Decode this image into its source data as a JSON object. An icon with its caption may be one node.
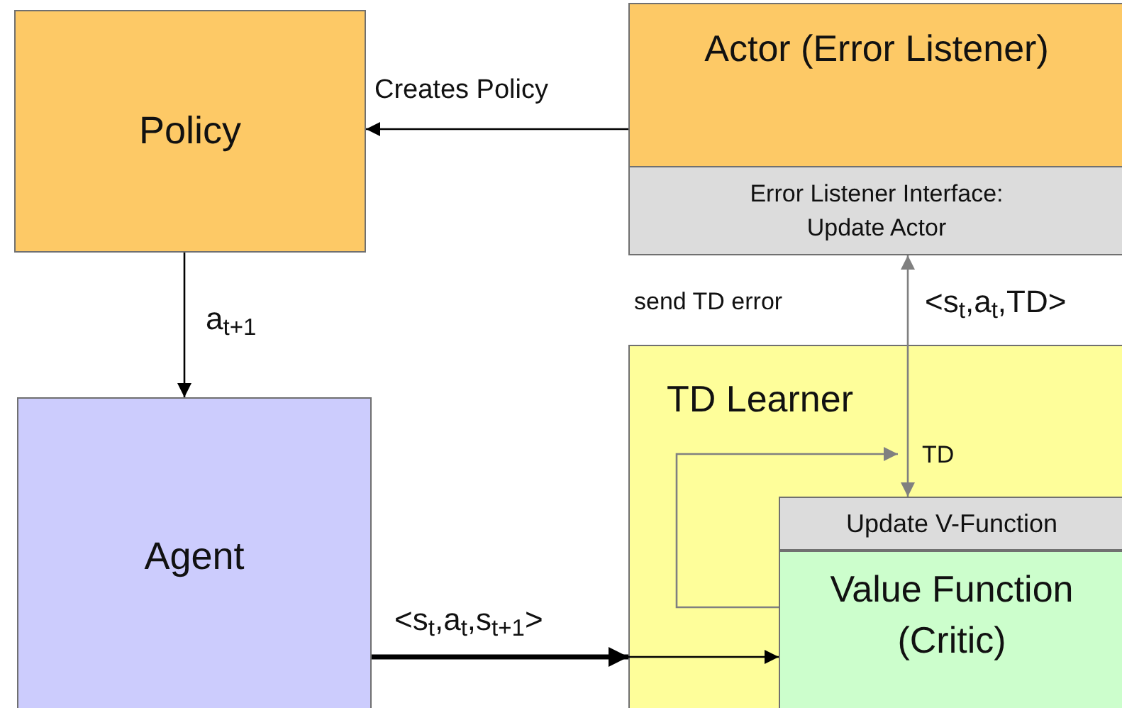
{
  "diagram": {
    "nodes": [
      {
        "text": [
          "Policy"
        ]
      },
      {
        "text": [
          "Actor (Error Listener)"
        ]
      },
      {
        "text": [
          "Error Listener Interface: Update Actor"
        ],
        "in": 1
      },
      {
        "text": [
          "Agent"
        ]
      },
      {
        "text": [
          "TD Learner"
        ]
      },
      {
        "text": [
          "Update V-Function"
        ],
        "in": 4
      },
      {
        "text": [
          "Value Function (Critic)"
        ],
        "in": 4
      }
    ],
    "edges": [
      {
        "from": 1,
        "to": 0,
        "arrow": "to",
        "label": "Creates Policy"
      },
      {
        "from": 0,
        "to": 3,
        "arrow": "to",
        "label": "a$_{t+1}$"
      },
      {
        "from": 3,
        "to": 4,
        "arrow": "to",
        "label": "<s$_{t}$,a$_{t}$,s$_{t+1}$>",
        "style": "thick"
      },
      {
        "from": 4,
        "to": 6,
        "arrow": "to"
      },
      {
        "from": 5,
        "to": 2,
        "arrow": "both",
        "label": "<s$_{t}$,a$_{t}$,TD>",
        "color": "#808080"
      },
      {
        "from": 6,
        "to": null,
        "arrow": "to",
        "label": "TD",
        "color": "#808080"
      }
    ],
    "labels": [
      "send TD error"
    ]
  }
}
